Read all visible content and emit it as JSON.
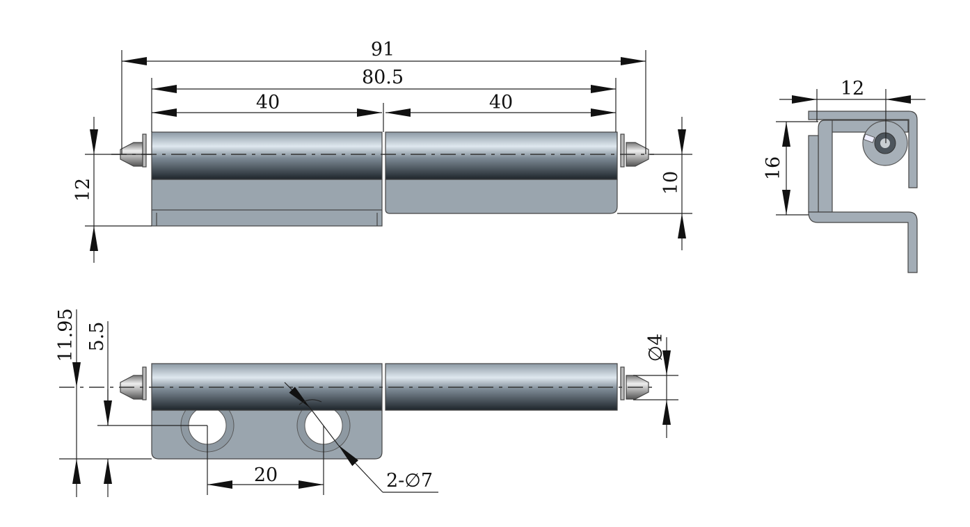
{
  "title": "Lift-off hinge technical drawing",
  "colors": {
    "metal": "#9aa5ae",
    "line": "#222222",
    "background": "#ffffff"
  },
  "front_view": {
    "overall_length": "91",
    "barrel_length": "80.5",
    "left_knuckle": "40",
    "right_knuckle": "40",
    "left_height": "12",
    "right_height": "10"
  },
  "side_view": {
    "width": "12",
    "height": "16"
  },
  "bottom_view": {
    "pin_offset": "11.95",
    "hole_offset": "5.5",
    "hole_spacing": "20",
    "hole_callout": "2-∅7",
    "pin_diameter": "∅4"
  }
}
